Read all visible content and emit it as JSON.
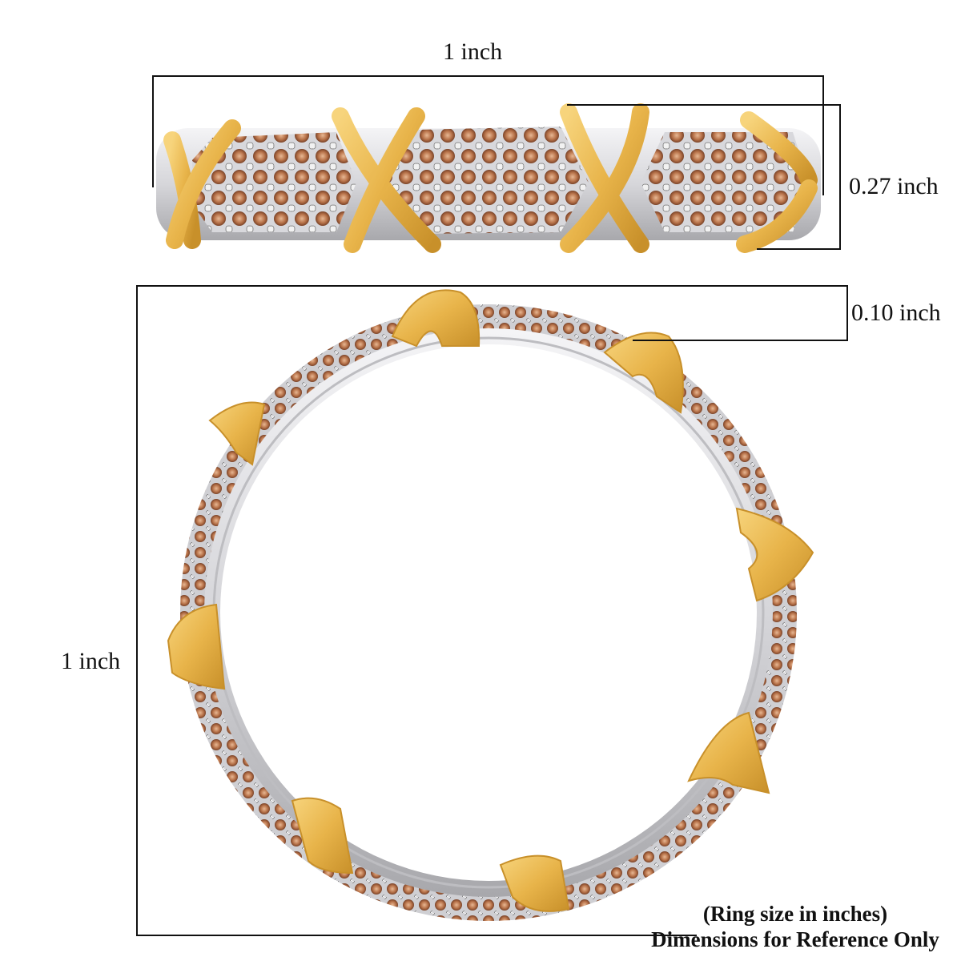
{
  "dimensions": {
    "top_view_width": {
      "label": "1 inch"
    },
    "top_view_height": {
      "label": "0.27 inch"
    },
    "band_width": {
      "label": "0.10 inch"
    },
    "ring_diameter": {
      "label": "1 inch"
    }
  },
  "footer": {
    "line1": "(Ring size in inches)",
    "line2": "Dimensions for Reference Only"
  },
  "colors": {
    "gold": "#E8B44A",
    "gold_dark": "#C8902A",
    "silver": "#E4E4E6",
    "silver_dark": "#A8A8AC",
    "stone": "#A8653F",
    "stone_light": "#D9A07A",
    "line": "#111111"
  }
}
